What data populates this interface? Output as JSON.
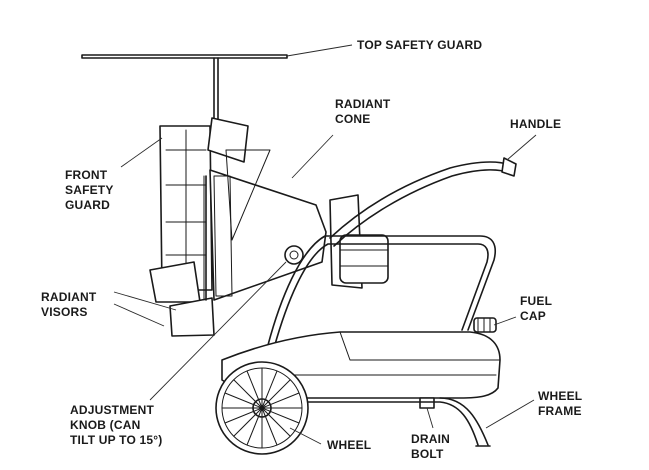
{
  "labels": {
    "top_safety_guard": "TOP SAFETY GUARD",
    "radiant_cone": [
      "RADIANT",
      "CONE"
    ],
    "handle": "HANDLE",
    "front_safety_guard": [
      "FRONT",
      "SAFETY",
      "GUARD"
    ],
    "radiant_visors": [
      "RADIANT",
      "VISORS"
    ],
    "fuel_cap": [
      "FUEL",
      "CAP"
    ],
    "adjustment_knob": [
      "ADJUSTMENT",
      "KNOB (CAN",
      "TILT UP TO 15°)"
    ],
    "wheel": "WHEEL",
    "drain_bolt": [
      "DRAIN",
      "BOLT"
    ],
    "wheel_frame": [
      "WHEEL",
      "FRAME"
    ]
  },
  "colors": {
    "ink": "#1a1a1a",
    "background": "#ffffff"
  }
}
